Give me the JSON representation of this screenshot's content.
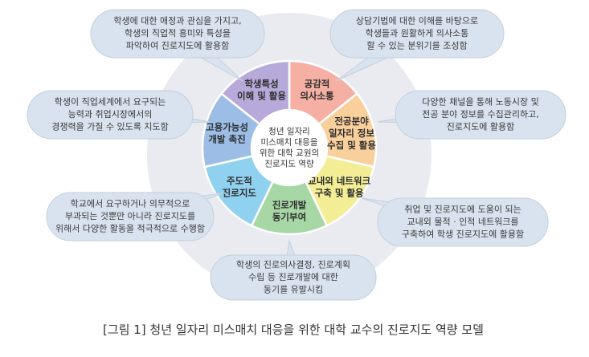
{
  "center": {
    "lines": [
      "청년 일자리",
      "미스매치 대응을",
      "위한 대학 교원의",
      "진로지도 역량"
    ]
  },
  "segments": [
    {
      "lines": [
        "공감적",
        "의사소통"
      ],
      "color": "#f6b0a3"
    },
    {
      "lines": [
        "전공분야",
        "일자리 정보",
        "수집 및 활용"
      ],
      "color": "#f9cf9c"
    },
    {
      "lines": [
        "교내외 네트워크",
        "구축 및 활용"
      ],
      "color": "#f3ee96"
    },
    {
      "lines": [
        "진로개발",
        "동기부여"
      ],
      "color": "#a7d7a5"
    },
    {
      "lines": [
        "주도적",
        "진로지도"
      ],
      "color": "#8fd1ee"
    },
    {
      "lines": [
        "고용가능성",
        "개발 촉진"
      ],
      "color": "#9bbde6"
    },
    {
      "lines": [
        "학생특성",
        "이해 및 활용"
      ],
      "color": "#b7a9d9"
    }
  ],
  "bubbles": [
    {
      "lines": [
        "학생에 대한 애정과 관심을 가지고,",
        "학생의 직업적 흥미와 특성을",
        "파악하여 진로지도에 활용함"
      ]
    },
    {
      "lines": [
        "상담기법에 대한 이해를 바탕으로",
        "학생들과 원활하게 의사소통",
        "할 수 있는 분위기를 조성함"
      ]
    },
    {
      "lines": [
        "학생이 직업세계에서 요구되는",
        "능력과 취업시장에서의",
        "경쟁력을 가질 수 있도록 지도함"
      ]
    },
    {
      "lines": [
        "다양한 채널을 통해 노동시장 및",
        "전공 분야 정보를 수집관리하고,",
        "진로지도에 활용함"
      ]
    },
    {
      "lines": [
        "학교에서 요구하거나 의무적으로",
        "부과되는 것뿐만 아니라 진로지도를",
        "위해서 다양한 활동을 적극적으로 수행함"
      ]
    },
    {
      "lines": [
        "취업 및 진로지도에 도움이 되는",
        "교내외 물적 · 인적 네트워크를",
        "구축하여 학생 진로지도에 활용함"
      ]
    },
    {
      "lines": [
        "학생의 진로의사결정, 진로계획",
        "수립 등 진로개발에 대한",
        "동기를 유발시킴"
      ]
    }
  ],
  "caption": "[그림 1] 청년 일자리 미스매치 대응을 위한 대학 교수의 진로지도 역량 모델",
  "colors": {
    "outer_ring": "#e9ebf0",
    "bubble_fill": "#d9e3ef",
    "bubble_stroke": "#c3cfdd",
    "center_fill": "#ffffff"
  }
}
